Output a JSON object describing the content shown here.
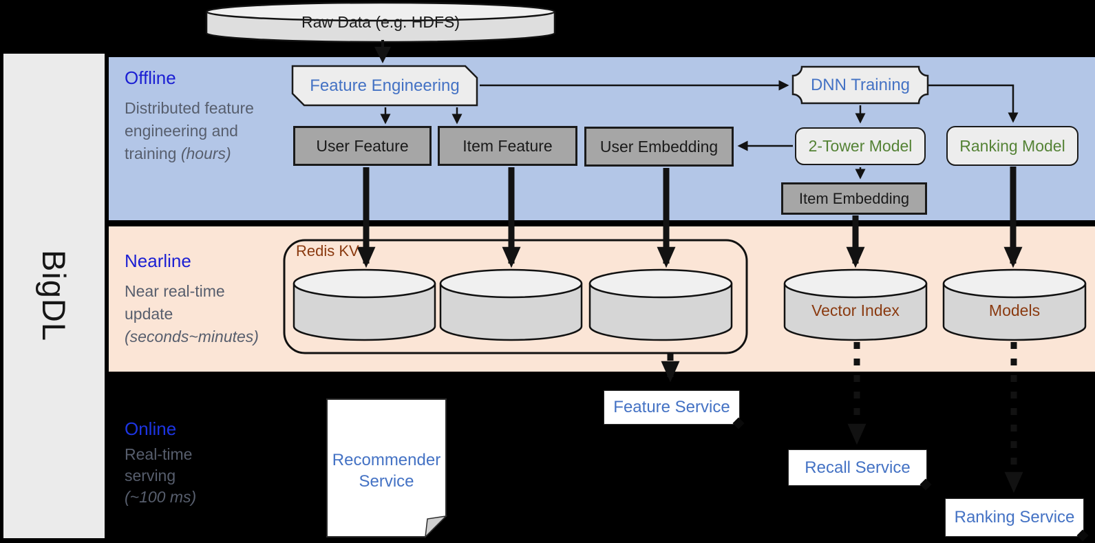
{
  "brand": "BigDL",
  "raw_data_label": "Raw Data (e.g. HDFS)",
  "sections": {
    "offline": {
      "title": "Offline",
      "desc": "Distributed feature engineering and training",
      "desc_italic": "(hours)"
    },
    "nearline": {
      "title": "Nearline",
      "desc": "Near real-time update",
      "desc_italic": "(seconds~minutes)"
    },
    "online": {
      "title": "Online",
      "desc": "Real-time serving",
      "desc_italic": "(~100 ms)"
    }
  },
  "offline_nodes": {
    "feature_engineering": "Feature Engineering",
    "user_feature": "User Feature",
    "item_feature": "Item Feature",
    "user_embedding": "User Embedding",
    "dnn_training": "DNN Training",
    "two_tower_model": "2-Tower Model",
    "ranking_model": "Ranking Model",
    "item_embedding": "Item Embedding"
  },
  "nearline_nodes": {
    "redis_kv": "Redis KV",
    "vector_index": "Vector Index",
    "models": "Models"
  },
  "online_nodes": {
    "recommender_service": "Recommender Service",
    "feature_service": "Feature Service",
    "recall_service": "Recall Service",
    "ranking_service": "Ranking Service"
  },
  "colors": {
    "background": "#000000",
    "offline_band": "#b3c6e7",
    "nearline_band": "#fbe5d6",
    "node_gray": "#a6a6a6",
    "node_light": "#ededed",
    "cylinder_body": "#d6d6d6",
    "cylinder_top": "#f0f0f0",
    "accent_blue_text": "#4472c4",
    "accent_green_text": "#548235",
    "accent_brown_text": "#8a3a10",
    "section_title_blue": "#1b1fd3"
  }
}
